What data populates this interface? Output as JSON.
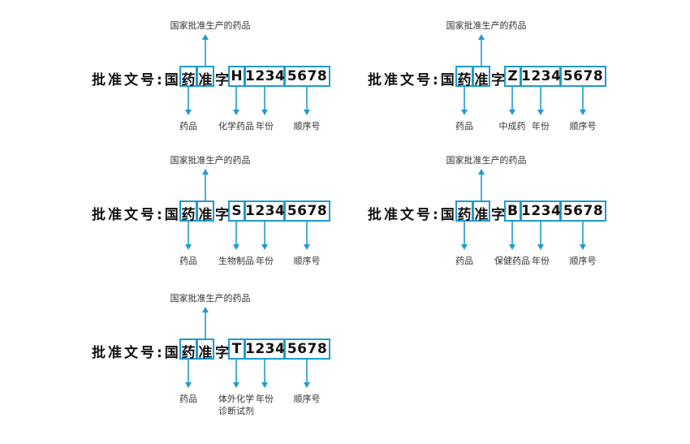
{
  "colors": {
    "accent": "#1f9bd1",
    "text": "#111111"
  },
  "diagrams": [
    {
      "prefix": "批准文号:国",
      "box1": "药",
      "box2": "准",
      "mid": "字",
      "code": "H",
      "year_digits": "1234",
      "seq_digits": "5678",
      "top_label": "国家批准生产的药品",
      "labels": {
        "drug": "药品",
        "category": "化学药品",
        "year": "年份",
        "sequence": "顺序号"
      }
    },
    {
      "prefix": "批准文号:国",
      "box1": "药",
      "box2": "准",
      "mid": "字",
      "code": "Z",
      "year_digits": "1234",
      "seq_digits": "5678",
      "top_label": "国家批准生产的药品",
      "labels": {
        "drug": "药品",
        "category": "中成药",
        "year": "年份",
        "sequence": "顺序号"
      }
    },
    {
      "prefix": "批准文号:国",
      "box1": "药",
      "box2": "准",
      "mid": "字",
      "code": "S",
      "year_digits": "1234",
      "seq_digits": "5678",
      "top_label": "国家批准生产的药品",
      "labels": {
        "drug": "药品",
        "category": "生物制品",
        "year": "年份",
        "sequence": "顺序号"
      }
    },
    {
      "prefix": "批准文号:国",
      "box1": "药",
      "box2": "准",
      "mid": "字",
      "code": "B",
      "year_digits": "1234",
      "seq_digits": "5678",
      "top_label": "国家批准生产的药品",
      "labels": {
        "drug": "药品",
        "category": "保健药品",
        "year": "年份",
        "sequence": "顺序号"
      }
    },
    {
      "prefix": "批准文号:国",
      "box1": "药",
      "box2": "准",
      "mid": "字",
      "code": "T",
      "year_digits": "1234",
      "seq_digits": "5678",
      "top_label": "国家批准生产的药品",
      "labels": {
        "drug": "药品",
        "category": "体外化学\n诊断试剂",
        "year": "年份",
        "sequence": "顺序号"
      }
    }
  ]
}
